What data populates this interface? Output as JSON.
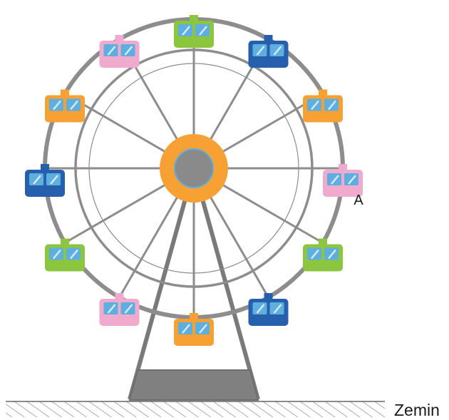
{
  "labels": {
    "cabin_a": "A",
    "ground": "Zemin"
  },
  "cabins": [
    {
      "id": "top",
      "color": "green"
    },
    {
      "id": "upper-right-1",
      "color": "blue"
    },
    {
      "id": "upper-right-2",
      "color": "orange"
    },
    {
      "id": "right-a",
      "color": "pink"
    },
    {
      "id": "lower-right-1",
      "color": "green"
    },
    {
      "id": "lower-right-2",
      "color": "blue"
    },
    {
      "id": "bottom",
      "color": "orange"
    },
    {
      "id": "lower-left-2",
      "color": "pink"
    },
    {
      "id": "lower-left-1",
      "color": "green"
    },
    {
      "id": "left",
      "color": "blue"
    },
    {
      "id": "upper-left-2",
      "color": "orange"
    },
    {
      "id": "upper-left-1",
      "color": "pink"
    }
  ],
  "colors": {
    "green": "#8cc63f",
    "blue": "#2660ad",
    "orange": "#f7a034",
    "pink": "#efaacd",
    "window": "#5eaee0",
    "hub": "#f7a034",
    "hub_center": "#8a8a8a",
    "frame": "#8f8f8f",
    "base": "#7a7a7a"
  }
}
